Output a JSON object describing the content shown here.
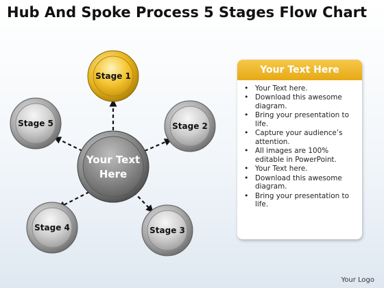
{
  "title": "Hub And Spoke Process 5 Stages Flow Chart",
  "hub": {
    "label_line1": "Your Text",
    "label_line2": "Here"
  },
  "stages": [
    {
      "label": "Stage 1",
      "highlighted": true
    },
    {
      "label": "Stage 2",
      "highlighted": false
    },
    {
      "label": "Stage 3",
      "highlighted": false
    },
    {
      "label": "Stage 4",
      "highlighted": false
    },
    {
      "label": "Stage 5",
      "highlighted": false
    }
  ],
  "panel": {
    "heading": "Your Text Here",
    "bullets": [
      "Your Text here.",
      "Download this awesome diagram.",
      "Bring your presentation to life.",
      "Capture your audience’s attention.",
      "All images are 100% editable in PowerPoint.",
      "Your Text here.",
      "Download this awesome diagram.",
      "Bring your presentation to life."
    ]
  },
  "logo": "Your Logo",
  "colors": {
    "accent": "#e6a915",
    "accent_light": "#f6c84a",
    "node_gray": "#9a9a9a",
    "hub_gray": "#7d7d7d"
  }
}
